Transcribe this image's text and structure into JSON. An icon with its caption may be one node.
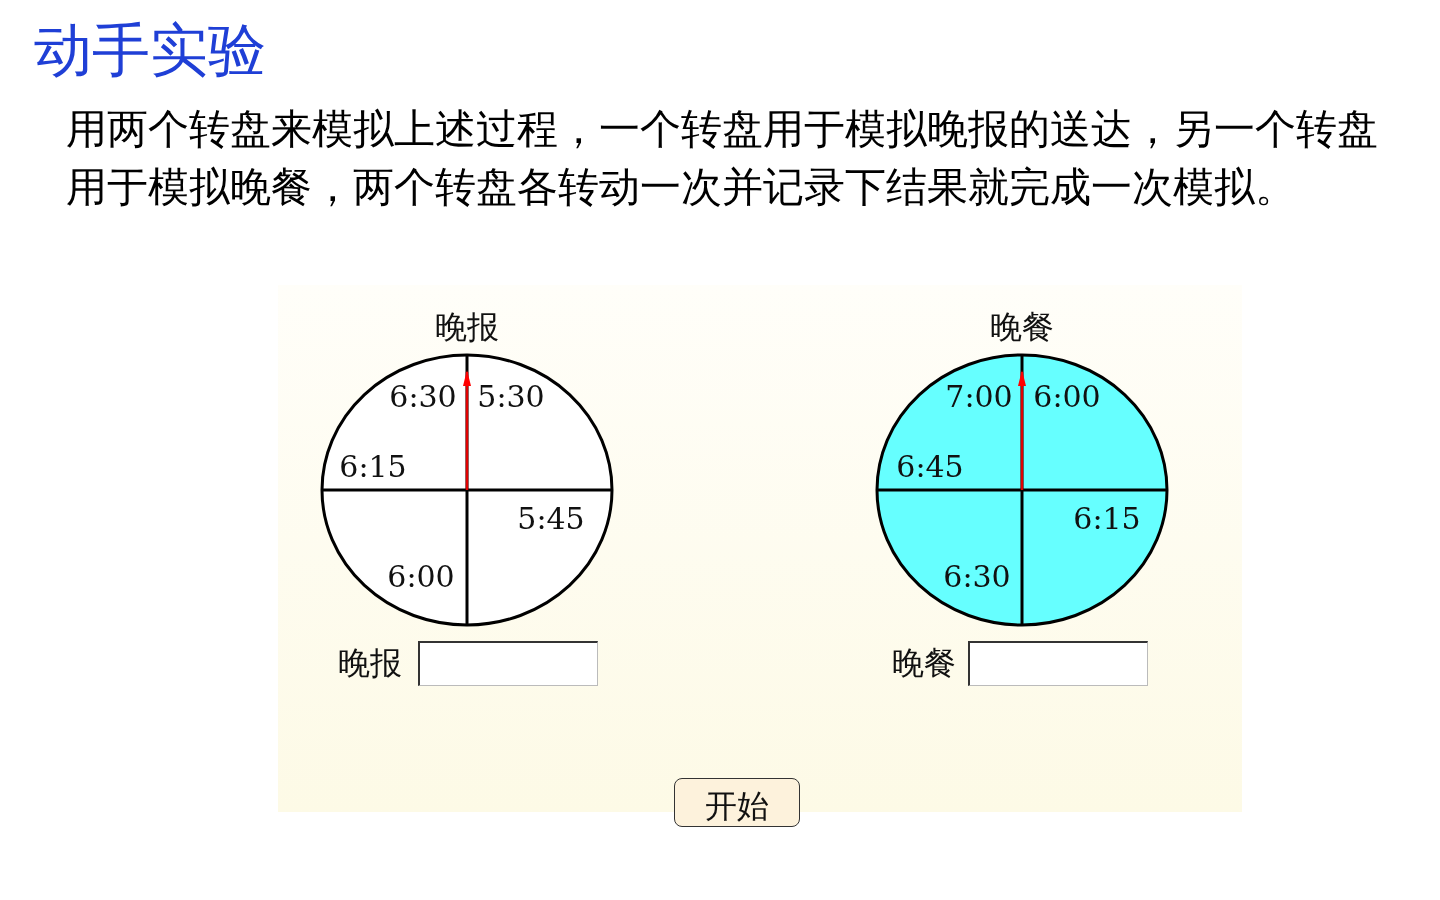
{
  "diagram": {
    "title": "动手实验",
    "labels": [
      "用两个转盘来模拟上述过程，一个转盘用于模拟晚报的送达，另一个转盘用于模拟晚餐，两个转盘各转动一次并记录下结果就完成一次模拟。",
      "晚报",
      "晚餐",
      "6:30",
      "5:30",
      "6:15",
      "5:45",
      "6:00",
      "7:00",
      "6:00",
      "6:45",
      "6:15",
      "6:30",
      "晚报",
      "晚餐",
      "开始"
    ]
  }
}
